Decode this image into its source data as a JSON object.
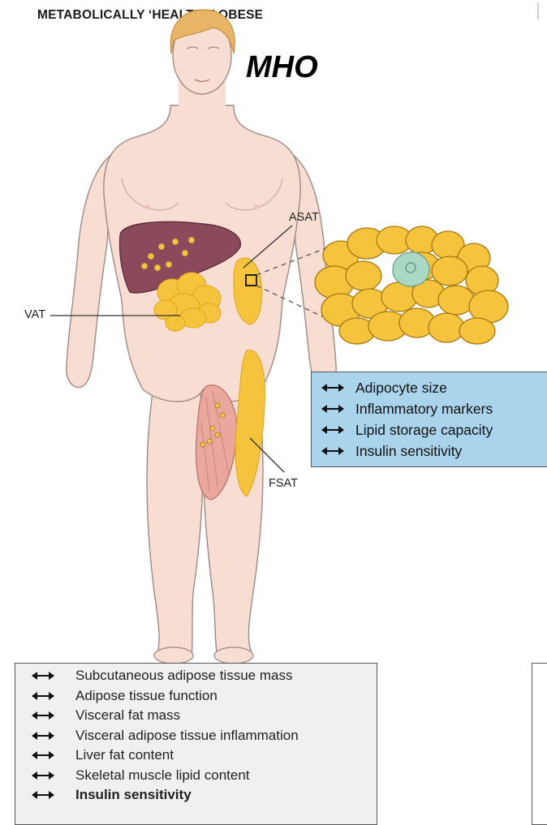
{
  "header": {
    "title": "METABOLICALLY ‘HEALTHY’ OBESE",
    "abbreviation": "MHO"
  },
  "labels": {
    "asat": "ASAT",
    "vat": "VAT",
    "fsat": "FSAT"
  },
  "adipose_box": {
    "items": [
      "Adipocyte size",
      "Inflammatory markers",
      "Lipid storage capacity",
      "Insulin sensitivity"
    ]
  },
  "summary_box": {
    "items": [
      "Subcutaneous adipose tissue mass",
      "Adipose tissue function",
      "Visceral fat mass",
      "Visceral adipose tissue inflammation",
      "Liver fat content",
      "Skeletal muscle lipid content",
      "Insulin sensitivity"
    ]
  },
  "colors": {
    "skin": "#f7ddd2",
    "skin_outline": "#9e8a84",
    "hair": "#e8b566",
    "liver": "#8a4a5c",
    "fat": "#f6c43c",
    "fat_dark": "#e0a316",
    "muscle": "#e9a79e",
    "box_blue": "#a9d4ec",
    "box_gray": "#f0f0f0"
  }
}
